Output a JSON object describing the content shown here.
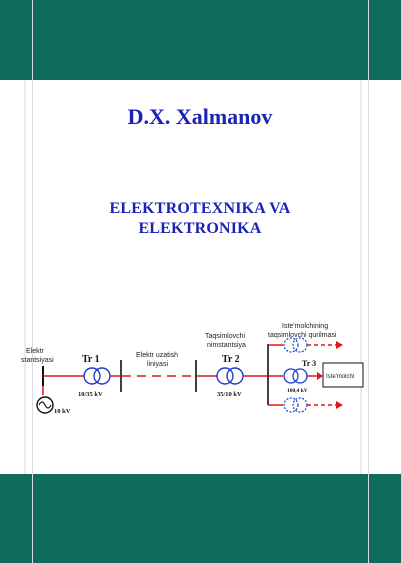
{
  "cover": {
    "author": "D.X. Xalmanov",
    "title_line1": "ELEKTROTEXNIKA VA",
    "title_line2": "ELEKTRONIKA"
  },
  "diagram": {
    "station_line1": "Elektr",
    "station_line2": "stantsiyasi",
    "generator_voltage": "10 kV",
    "tr1_label": "Tr 1",
    "tr1_rating": "10/35 kV",
    "line_line1": "Elektr uzatish",
    "line_line2": "liniyasi",
    "substation_line1": "Taqsimlovchi",
    "substation_line2": "nimstantsiya",
    "tr2_label": "Tr 2",
    "tr2_rating": "35/10 kV",
    "consumer_dist_line1": "Iste'molchining",
    "consumer_dist_line2": "taqsimlovchi qurilmasi",
    "tr3_label": "Tr 3",
    "tr3_rating": "100,4 kV",
    "consumer_box": "Iste'molchi"
  },
  "colors": {
    "band": "#0e6b5e",
    "title": "#1a23b4",
    "line": "#e0141e",
    "transformer": "#1c3cc8"
  }
}
